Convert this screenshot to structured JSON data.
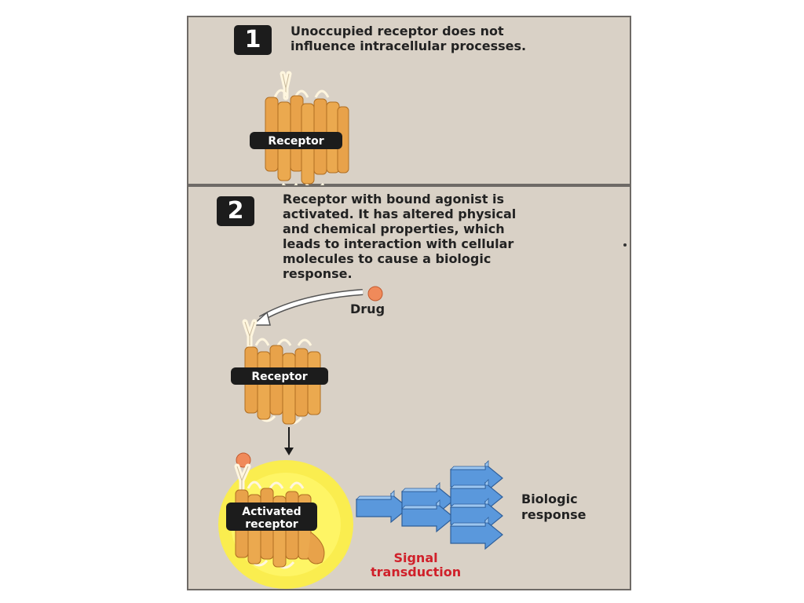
{
  "steps": [
    {
      "number": "1",
      "text_lines": [
        "Unoccupied receptor does not",
        "influence intracellular processes."
      ],
      "receptor_label": "Receptor"
    },
    {
      "number": "2",
      "text_lines": [
        "Receptor with bound agonist is",
        "activated. It has altered physical",
        "and chemical properties, which",
        "leads to interaction with cellular",
        "molecules to cause a biologic",
        "response."
      ],
      "drug_label": "Drug",
      "receptor_label": "Receptor",
      "activated_label_lines": [
        "Activated",
        "receptor"
      ],
      "signal_label_lines": [
        "Signal",
        "transduction"
      ],
      "response_label_lines": [
        "Biologic",
        "response"
      ]
    }
  ],
  "colors": {
    "panel_bg": "#d9d1c6",
    "helix": "#e8a24a",
    "helix_dark": "#b06e22",
    "glow": "#fff23a",
    "drug": "#f08a5a",
    "signal_arrow": "#5a98dc",
    "signal_text": "#d0202a"
  }
}
